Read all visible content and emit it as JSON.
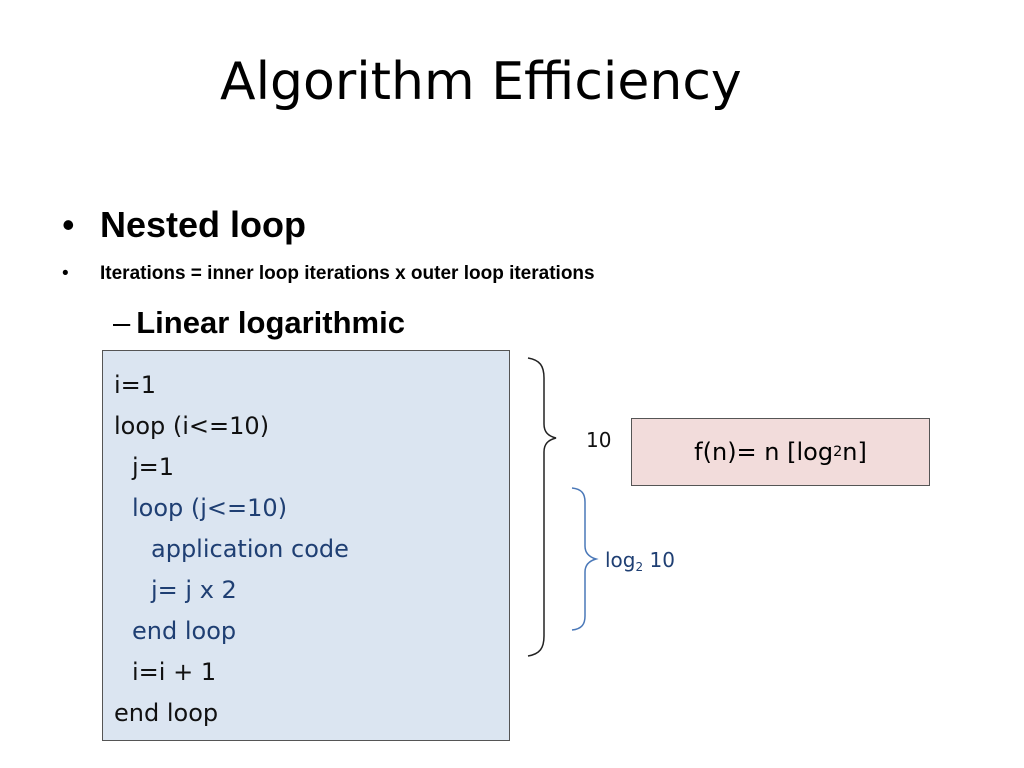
{
  "slide": {
    "title": "Algorithm Efficiency",
    "bullets": {
      "level1": {
        "marker": "•",
        "text": "Nested loop"
      },
      "level1b": {
        "marker": "•",
        "text": "Iterations = inner loop iterations x outer loop iterations"
      },
      "level2": {
        "marker": "–",
        "text": "Linear logarithmic"
      }
    },
    "code": {
      "lines": [
        {
          "text": "i=1",
          "color": "#111111"
        },
        {
          "text": "loop (i<=10)",
          "color": "#111111"
        },
        {
          "text": "j=1",
          "color": "#111111"
        },
        {
          "text": "loop (j<=10)",
          "color": "#1f3f73"
        },
        {
          "text": "application code",
          "color": "#1f3f73"
        },
        {
          "text": "j= j x 2",
          "color": "#1f3f73"
        },
        {
          "text": "end loop",
          "color": "#1f3f73"
        },
        {
          "text": "i=i + 1",
          "color": "#111111"
        },
        {
          "text": "end loop",
          "color": "#111111"
        }
      ],
      "background": "#dbe5f1"
    },
    "outer_brace_label": "10",
    "inner_brace_label": {
      "prefix": "log",
      "sub": "2",
      "suffix": " 10"
    },
    "formula": {
      "prefix": "f(n)= n [log",
      "sub": "2",
      "suffix": " n]",
      "background": "#f2dcdb"
    }
  }
}
